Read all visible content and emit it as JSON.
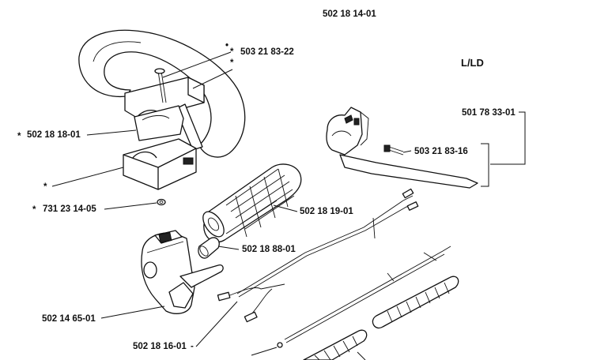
{
  "page_title": "502 18 14-01",
  "variant": "L/LD",
  "labels": {
    "screw_top": "503 21 83-22",
    "handle_clamp": "502 18 18-01",
    "nut": "731 23 14-05",
    "grip": "502 18 19-01",
    "sleeve": "502 18 88-01",
    "throttle_housing": "502 14 65-01",
    "cable": "502 18 16-01",
    "bracket": "501 78 33-01",
    "screw_bracket": "503 21 83-16"
  },
  "markers": {
    "star": "*",
    "bullet": "•",
    "dash": "-"
  }
}
